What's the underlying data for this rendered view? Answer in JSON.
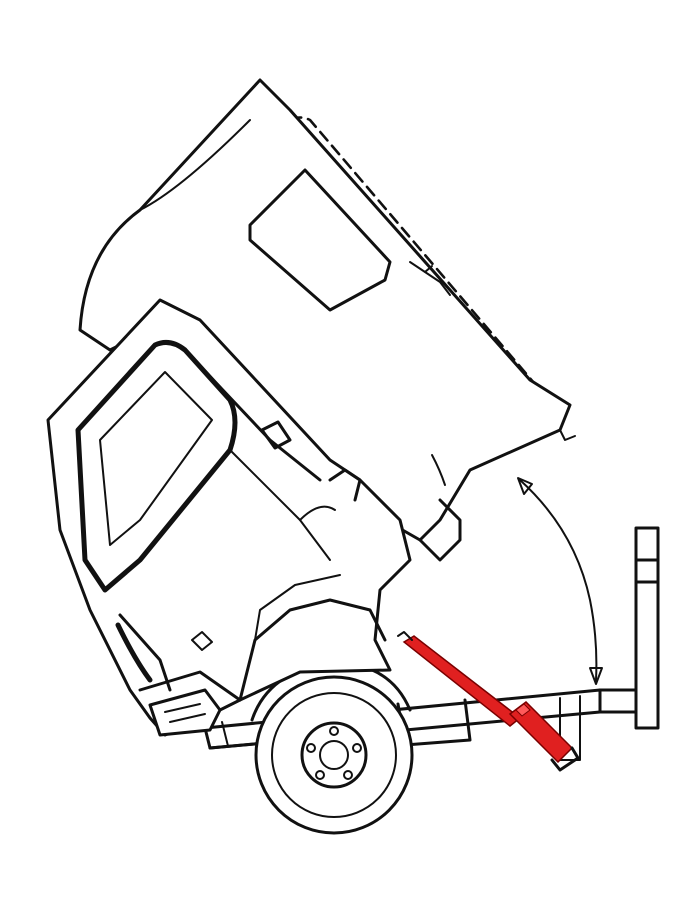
{
  "figure": {
    "subject": "tilt-cab-truck",
    "components": {
      "cab": "tilted-forward",
      "cab_outline_at_rest": "dashed",
      "tilt_cylinder": "red",
      "tilt_angle_indicator": "double-arrow-arc",
      "front_wheel": "wheel",
      "chassis_frame": "frame",
      "rear_upright": "post"
    },
    "colors": {
      "line": "#111111",
      "background": "#ffffff",
      "cylinder": "#e02020",
      "cylinder_outline": "#7a0000"
    }
  }
}
